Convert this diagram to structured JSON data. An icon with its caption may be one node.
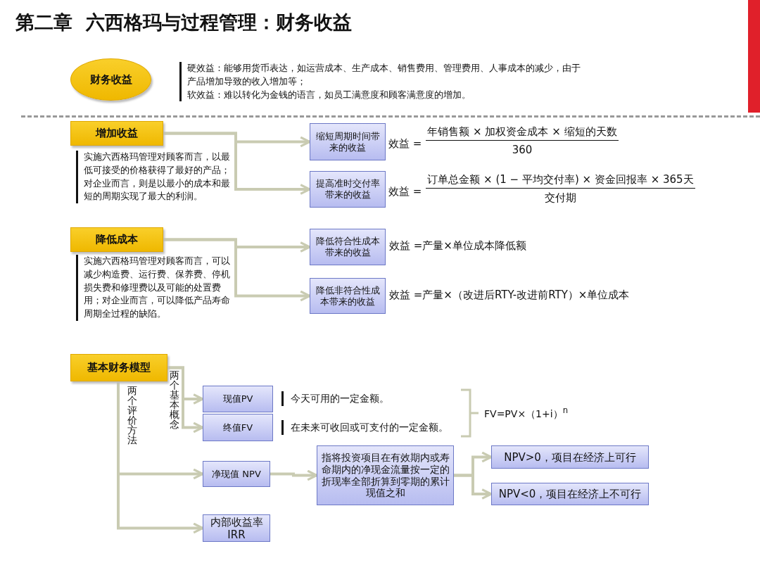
{
  "diagram": {
    "title": "第二章  六西格玛与过程管理：财务收益",
    "nodes": [
      {
        "text": [
          "财务收益"
        ],
        "beside": [
          "硬效益：能够用货币表达，如运营成本、生产成本、销售费用、管理费用、人事成本的减少，由于产品增加导致的收入增加等；",
          "软效益：难以转化为金钱的语言，如员工满意度和顾客满意度的增加。"
        ]
      },
      {
        "text": [
          "增加收益"
        ],
        "beside": [
          "实施六西格玛管理对顾客而言，以最低可接受的价格获得了最好的产品；对企业而言，则是以最小的成本和最短的周期实现了最大的利润。"
        ]
      },
      {
        "text": [
          "缩短周期时间带来的收益"
        ],
        "beside": [
          "效益 =",
          "年销售额 × 加权资金成本 × 缩短的天数",
          "360"
        ]
      },
      {
        "text": [
          "提高准时交付率带来的收益"
        ],
        "beside": [
          "效益 =",
          "订单总金额 × (1 − 平均交付率) × 资金回报率 × 365天",
          "交付期"
        ]
      },
      {
        "text": [
          "降低成本"
        ],
        "beside": [
          "实施六西格玛管理对顾客而言，可以减少构造费、运行费、保养费、停机损失费和修理费以及可能的处置费用；对企业而言，可以降低产品寿命周期全过程的缺陷。"
        ]
      },
      {
        "text": [
          "降低符合性成本带来的收益"
        ],
        "beside": [
          "效益 =产量×单位成本降低额"
        ]
      },
      {
        "text": [
          "降低非符合性成本带来的收益"
        ],
        "beside": [
          "效益 =产量×（改进后RTY-改进前RTY）×单位成本"
        ]
      },
      {
        "text": [
          "基本财务模型"
        ]
      },
      {
        "text": [
          "现值PV"
        ],
        "beside": [
          "今天可用的一定金额。"
        ]
      },
      {
        "text": [
          "终值FV"
        ],
        "beside": [
          "在未来可收回或可支付的一定金额。"
        ]
      },
      {
        "text": [
          "净现值 NPV"
        ]
      },
      {
        "text": [
          "指将投资项目在有效期内或寿命期内的净现金流量按一定的折现率全部折算到零期的累计现值之和"
        ]
      },
      {
        "text": [
          "NPV>0，项目在经济上可行"
        ]
      },
      {
        "text": [
          "NPV<0，项目在经济上不可行"
        ]
      },
      {
        "text": [
          "内部收益率IRR"
        ]
      },
      {
        "text": [],
        "shape": "bar"
      }
    ],
    "edges": [
      {
        "from": 1,
        "to": 2,
        "arrow": "to"
      },
      {
        "from": 1,
        "to": 3,
        "arrow": "to"
      },
      {
        "from": 4,
        "to": 5,
        "arrow": "to"
      },
      {
        "from": 4,
        "to": 6,
        "arrow": "to"
      },
      {
        "from": 7,
        "to": 8,
        "arrow": "to"
      },
      {
        "from": 7,
        "to": 9,
        "arrow": "to"
      },
      {
        "from": 7,
        "to": 10,
        "arrow": "to"
      },
      {
        "from": 7,
        "to": 14,
        "arrow": "to"
      },
      {
        "from": 10,
        "to": 11,
        "arrow": "to"
      },
      {
        "from": 11,
        "to": 12,
        "arrow": "to"
      },
      {
        "from": 11,
        "to": 13,
        "arrow": "to"
      }
    ],
    "labels": [
      "两个基本概念",
      "两个评价方法",
      "FV=PV×（1+i）$^{n}$"
    ]
  }
}
